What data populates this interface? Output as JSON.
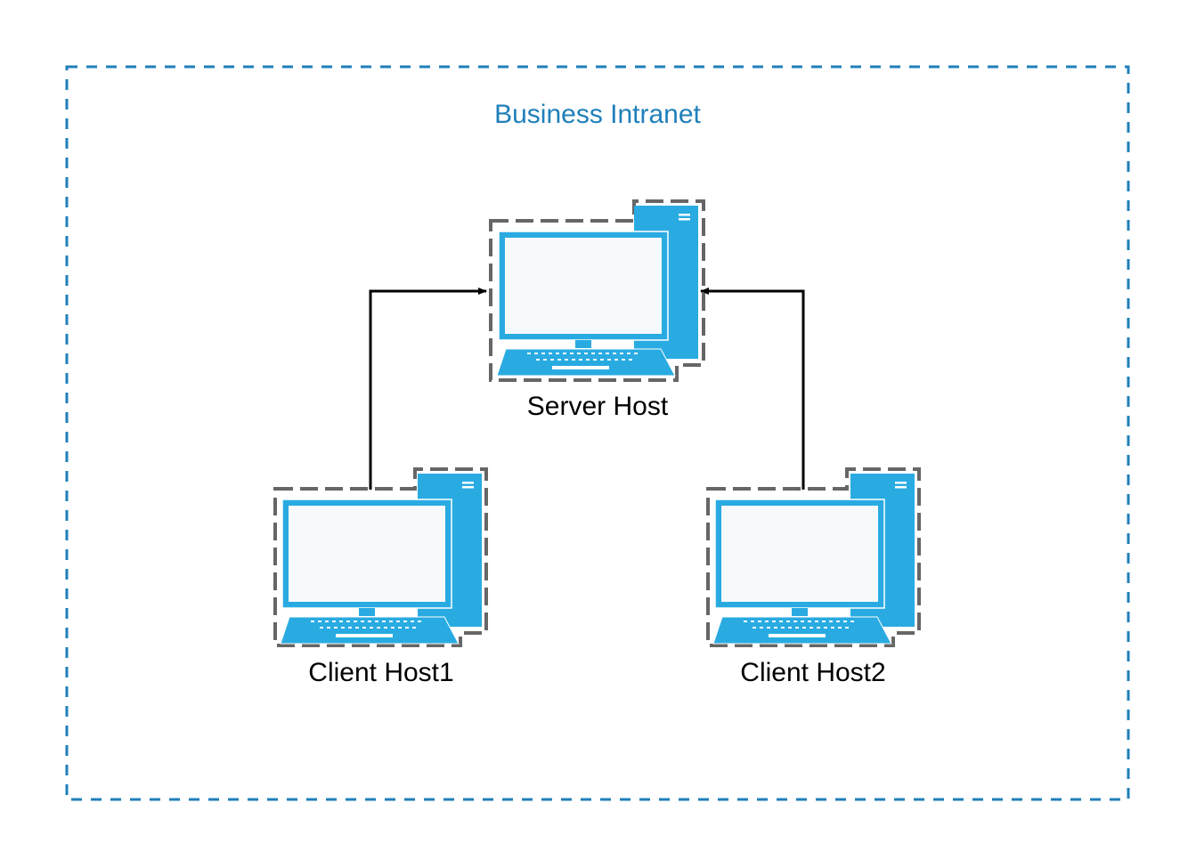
{
  "boundary": {
    "label": "Business Intranet"
  },
  "nodes": {
    "server": {
      "label": "Server Host"
    },
    "client1": {
      "label": "Client Host1"
    },
    "client2": {
      "label": "Client Host2"
    }
  },
  "edges": [
    {
      "from": "client1",
      "to": "server"
    },
    {
      "from": "client2",
      "to": "server"
    }
  ],
  "colors": {
    "boundary": "#1f7fba",
    "device": "#29abe2",
    "screen": "#f7fafc",
    "dash": "#666666",
    "arrow": "#000000"
  }
}
